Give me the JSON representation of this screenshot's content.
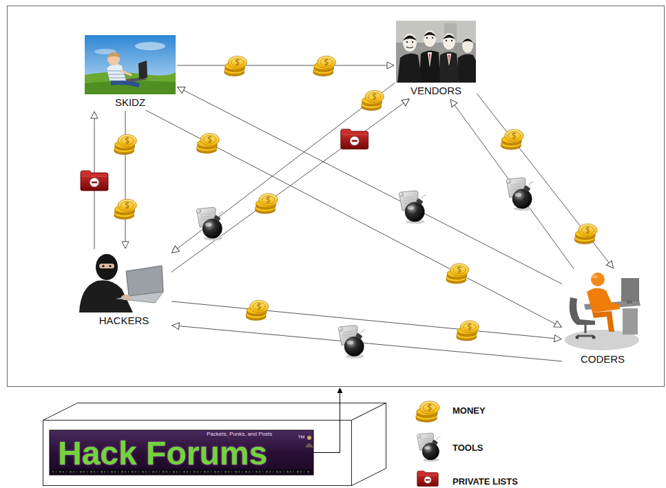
{
  "diagram": {
    "nodes": [
      {
        "text": [
          "SKIDZ"
        ]
      },
      {
        "text": [
          "VENDORS"
        ]
      },
      {
        "text": [
          "HACKERS"
        ]
      },
      {
        "text": [
          "CODERS"
        ]
      },
      {
        "text": [
          "Hack Forums",
          "Packets, Punks, and Posts",
          "™"
        ]
      }
    ],
    "edges": [
      {
        "from": 0,
        "to": 1,
        "arrow": "to"
      },
      {
        "from": 1,
        "to": 2,
        "arrow": "to"
      },
      {
        "from": 2,
        "to": 1,
        "arrow": "to"
      },
      {
        "from": 2,
        "to": 0,
        "arrow": "to"
      },
      {
        "from": 0,
        "to": 2,
        "arrow": "to"
      },
      {
        "from": 0,
        "to": 3,
        "arrow": "to"
      },
      {
        "from": 3,
        "to": 0,
        "arrow": "to"
      },
      {
        "from": 1,
        "to": 3,
        "arrow": "to"
      },
      {
        "from": 3,
        "to": 1,
        "arrow": "to"
      },
      {
        "from": 2,
        "to": 3,
        "arrow": "to"
      },
      {
        "from": 3,
        "to": 2,
        "arrow": "to"
      }
    ],
    "legend": [
      {
        "text": "MONEY"
      },
      {
        "text": "TOOLS"
      },
      {
        "text": "PRIVATE LISTS"
      }
    ]
  }
}
